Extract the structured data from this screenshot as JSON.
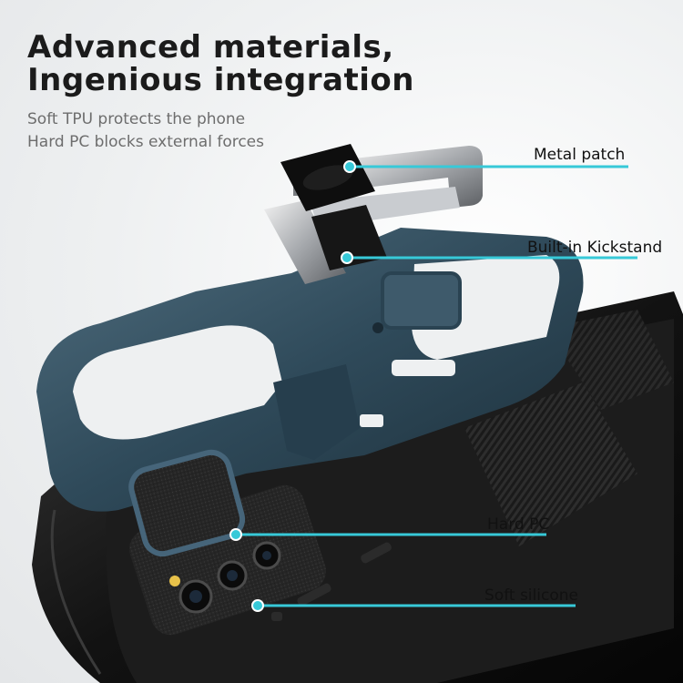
{
  "headline": {
    "line1": "Advanced materials,",
    "line2": "Ingenious integration"
  },
  "subtext": {
    "line1": "Soft TPU protects the phone",
    "line2": "Hard PC blocks external forces"
  },
  "callouts": {
    "metal_patch": "Metal patch",
    "kickstand": "Built-in Kickstand",
    "hard_pc": "Hard PC",
    "soft_silicone": "Soft silicone"
  },
  "colors": {
    "callout_line": "#37c9d8",
    "frame_blue": "#2f4a5a",
    "phone_black": "#141414"
  }
}
